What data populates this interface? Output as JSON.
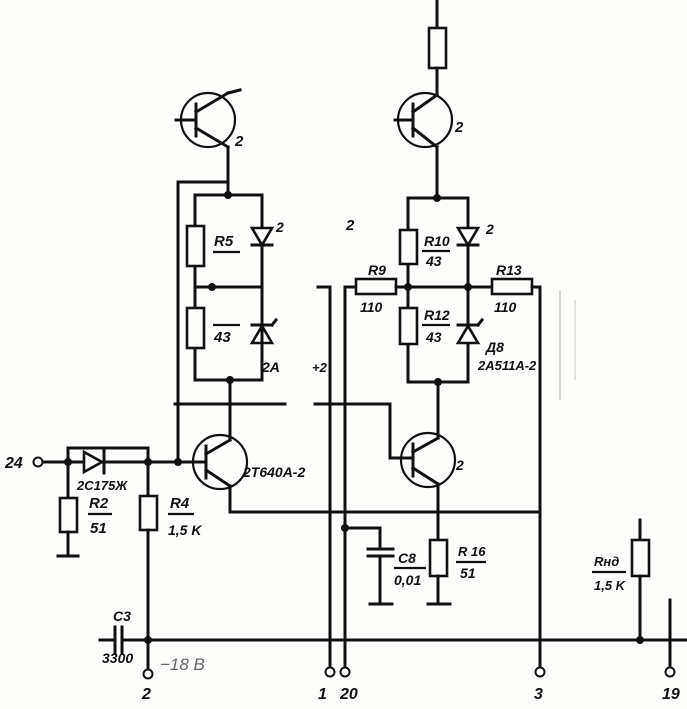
{
  "schematic": {
    "terminals": {
      "t24": "24",
      "t2": "2",
      "t1": "1",
      "t20": "20",
      "t3": "3",
      "t19": "19"
    },
    "resistors": {
      "r2_name": "R2",
      "r2_val": "51",
      "r4_name": "R4",
      "r4_val": "1,5 K",
      "r5_name": "R5",
      "r_left_bottom_val": "43",
      "r9_name": "R9",
      "r9_val": "110",
      "r10_name": "R10",
      "r10_val": "43",
      "r12_name": "R12",
      "r12_val": "43",
      "r13_name": "R13",
      "r13_val": "110",
      "r_emit_name": "R 16",
      "r_emit_val": "51",
      "r_load_name": "Rнд",
      "r_load_val": "1,5 K"
    },
    "capacitors": {
      "c3_name": "C3",
      "c3_val": "3300",
      "c8_name": "C8",
      "c8_val": "0,01"
    },
    "diodes": {
      "d_input": "2C175Ж",
      "d_right": "Д8",
      "d_right_type": "2A511A-2",
      "d_left_fragment": "2A"
    },
    "transistors": {
      "q_left_type": "2T640A-2",
      "q_top_left_label": "2",
      "q_top_right_label": "2",
      "q_bottom_right_fragment": "2"
    },
    "misc": {
      "supply": "−18 В",
      "label_2_mid": "2",
      "label_2_top": "2",
      "label_2_diode": "2",
      "label_2_diode_right": "2",
      "label_plus2": "+2"
    }
  }
}
